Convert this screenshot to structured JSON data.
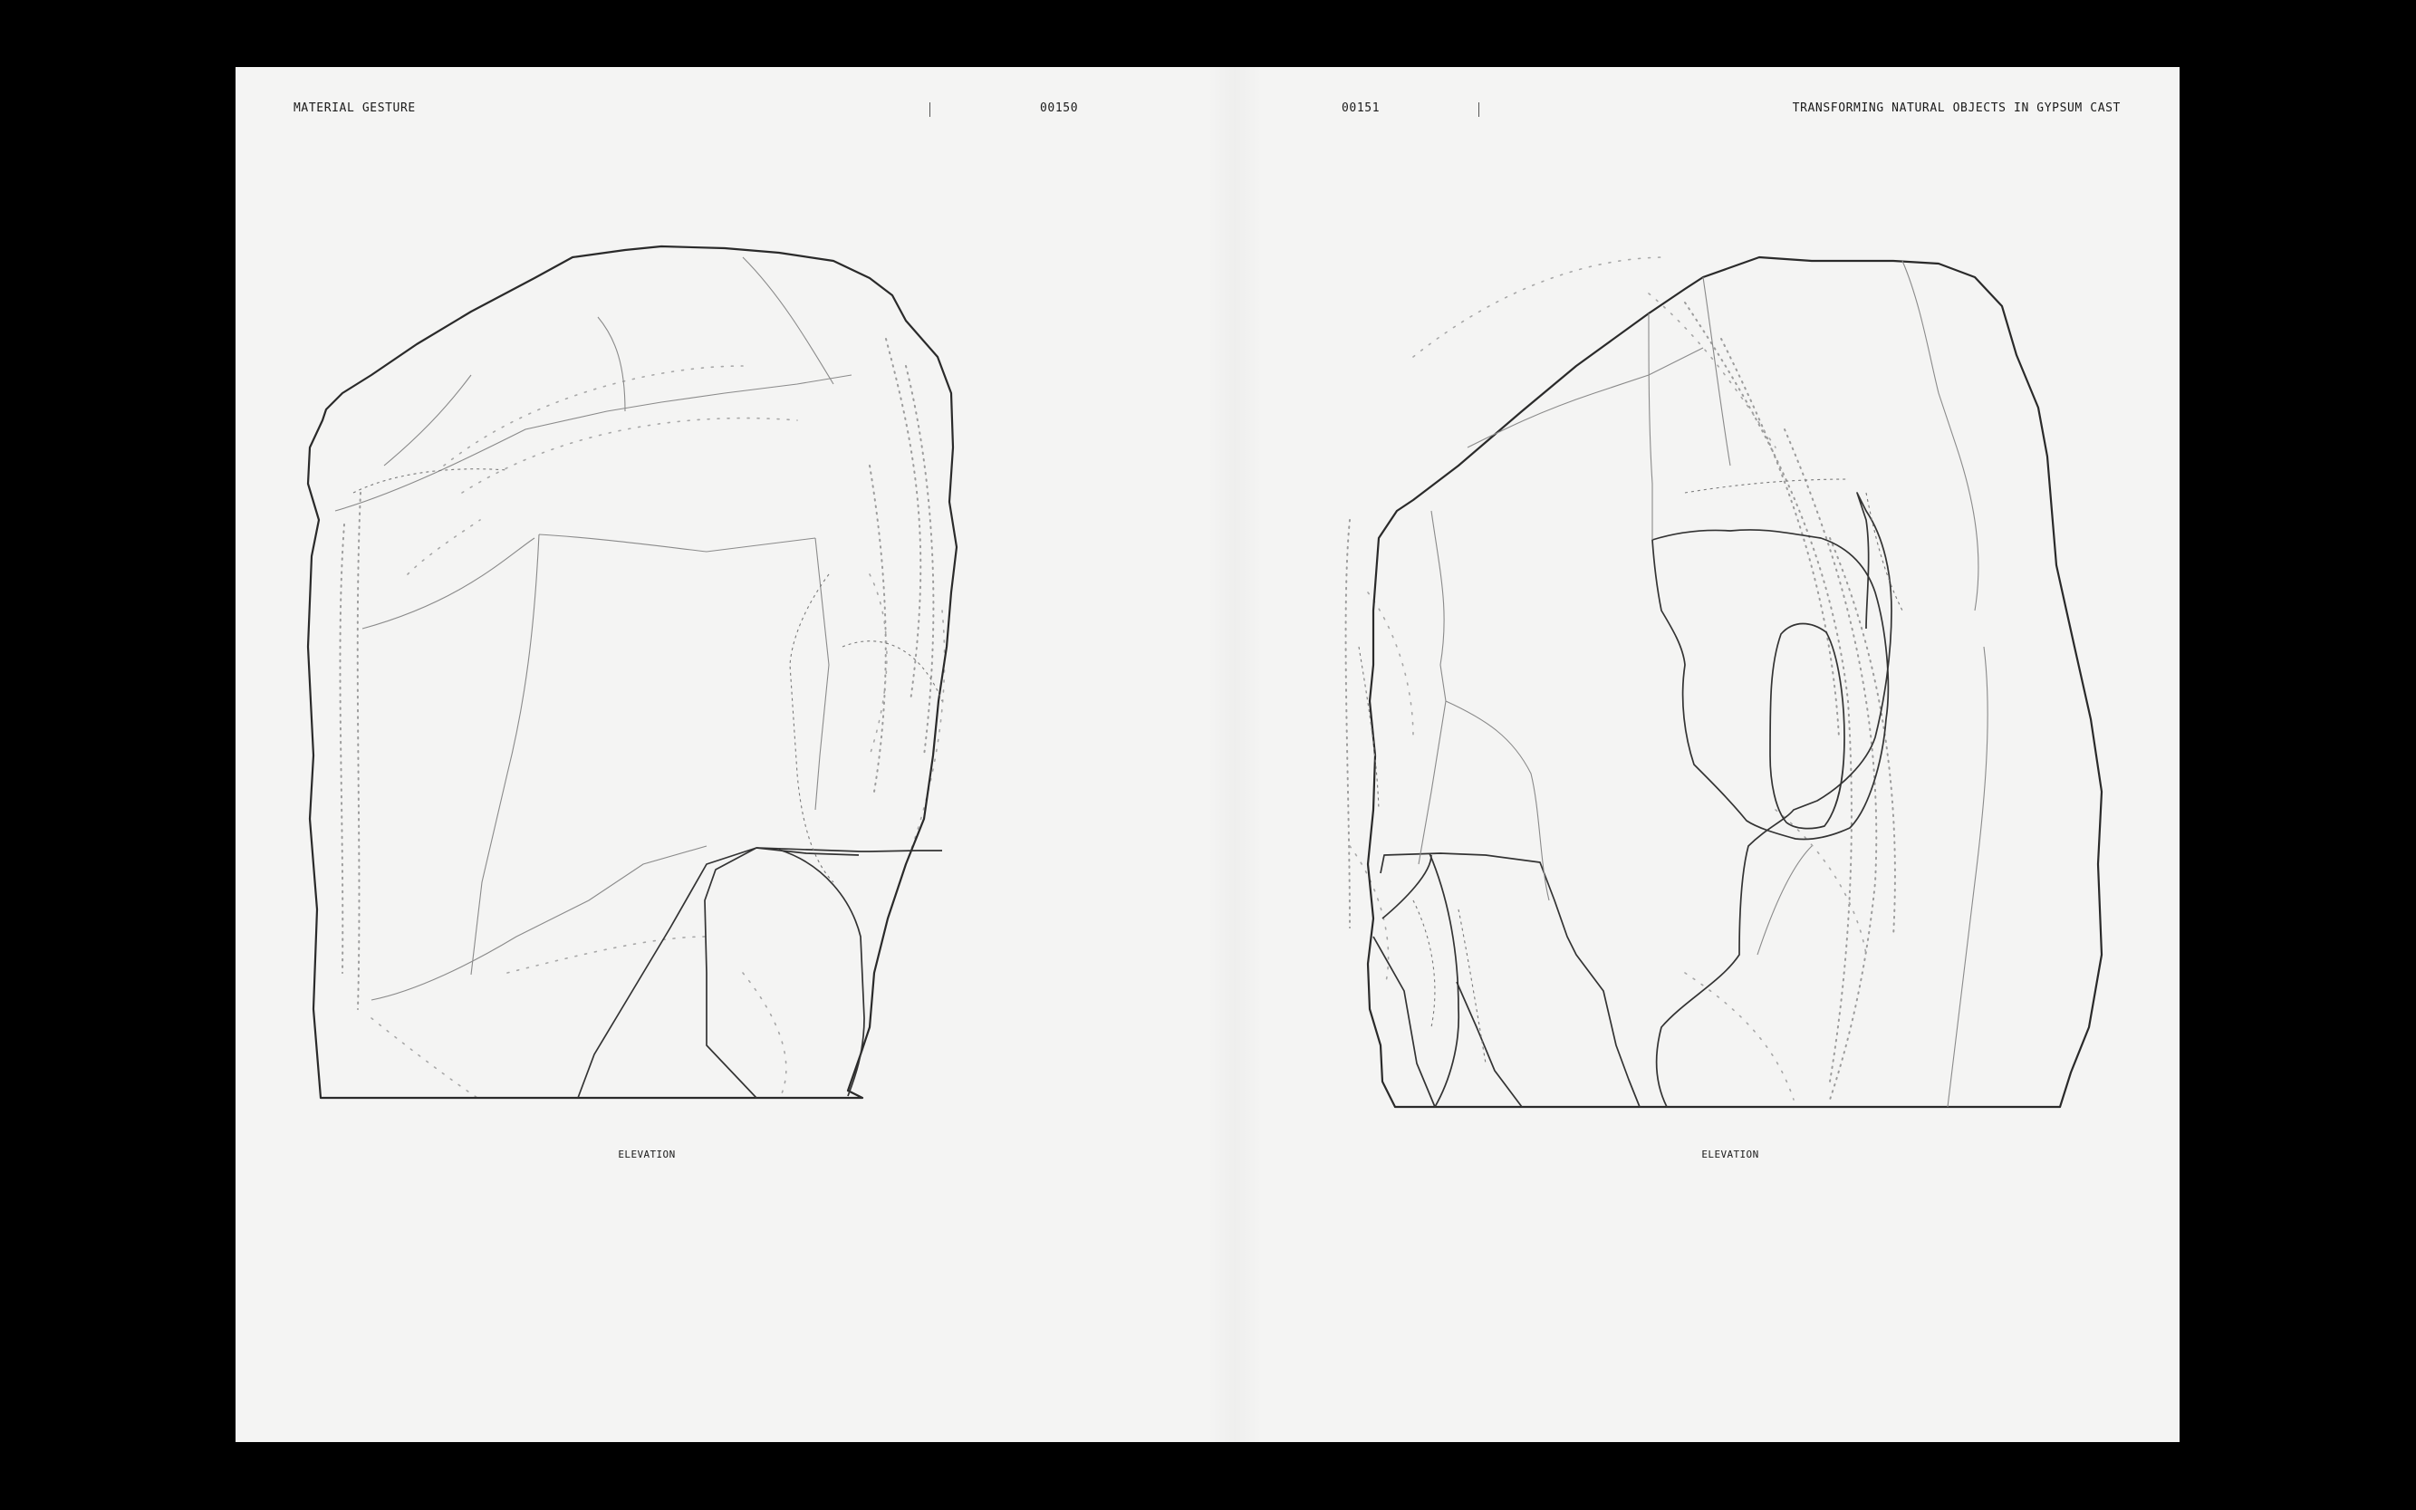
{
  "left_page": {
    "running_head": "MATERIAL GESTURE",
    "page_number": "00150",
    "caption": "ELEVATION"
  },
  "right_page": {
    "running_head": "TRANSFORMING NATURAL OBJECTS IN GYPSUM CAST",
    "page_number": "00151",
    "caption": "ELEVATION"
  },
  "colors": {
    "background": "#000000",
    "paper": "#f4f4f3",
    "ink": "#1a1a1a"
  }
}
